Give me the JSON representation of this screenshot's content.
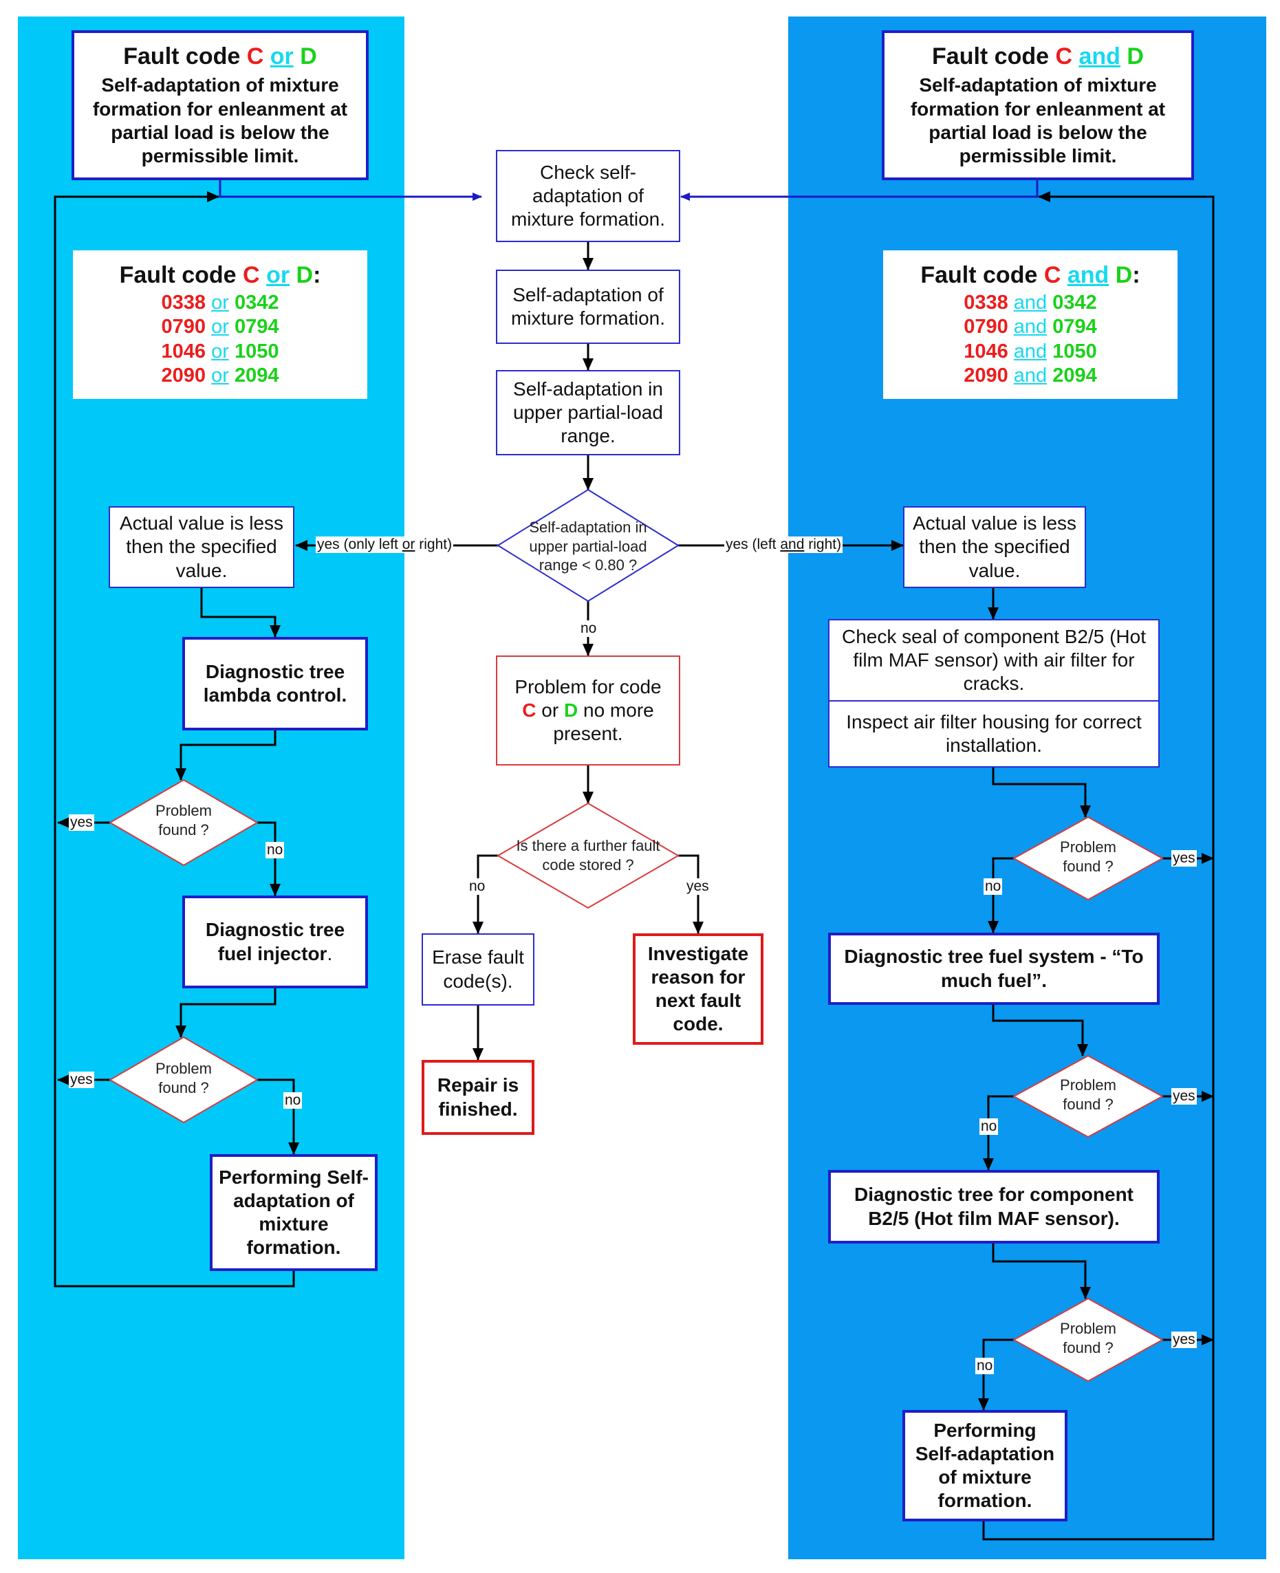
{
  "colors": {
    "left_panel": "#00c8f8",
    "right_panel": "#0a98f0",
    "fault_c": "#ee1c1c",
    "fault_d": "#19d219",
    "conjunction": "#16d9f0",
    "blue_border": "#1e1ec8",
    "red_border": "#e01a1a"
  },
  "left": {
    "header": {
      "title_prefix": "Fault code ",
      "c": "C",
      "conj": "or",
      "d": "D",
      "desc": "Self-adaptation of mixture formation for enleanment at partial load is below the permissible limit."
    },
    "codes": {
      "title_prefix": "Fault code ",
      "c": "C",
      "conj": "or",
      "d": "D",
      "colon": ":",
      "rows": [
        {
          "c": "0338",
          "conj": "or",
          "d": "0342"
        },
        {
          "c": "0790",
          "conj": "or",
          "d": "0794"
        },
        {
          "c": "1046",
          "conj": "or",
          "d": "1050"
        },
        {
          "c": "2090",
          "conj": "or",
          "d": "2094"
        }
      ]
    },
    "actual_value": "Actual value is less then the specified value.",
    "diag_lambda": "Diagnostic tree lambda control.",
    "diag_injector_1": "Diagnostic tree fuel injector",
    "diag_injector_2": ".",
    "decision1": "Problem found ?",
    "decision2": "Problem found ?",
    "performing": "Performing Self-adaptation of mixture formation."
  },
  "center": {
    "check": "Check self-adaptation of mixture formation.",
    "self_adapt": "Self-adaptation of mixture formation.",
    "upper": "Self-adaptation in upper partial-load range.",
    "decision": "Self-adaptation in upper partial-load range < 0.80 ?",
    "problem_prefix": "Problem for code",
    "problem_c": "C",
    "problem_or": " or ",
    "problem_d": "D",
    "problem_suffix": " no more present.",
    "further": "Is there a further fault code stored ?",
    "erase": "Erase fault code(s).",
    "repair": "Repair is finished.",
    "investigate": "Investigate reason for next fault code."
  },
  "right": {
    "header": {
      "title_prefix": "Fault code ",
      "c": "C",
      "conj": "and",
      "d": "D",
      "desc": "Self-adaptation of mixture formation for enleanment at partial load is below the permissible limit."
    },
    "codes": {
      "title_prefix": "Fault code ",
      "c": "C",
      "conj": "and",
      "d": "D",
      "colon": ":",
      "rows": [
        {
          "c": "0338",
          "conj": "and",
          "d": "0342"
        },
        {
          "c": "0790",
          "conj": "and",
          "d": "0794"
        },
        {
          "c": "1046",
          "conj": "and",
          "d": "1050"
        },
        {
          "c": "2090",
          "conj": "and",
          "d": "2094"
        }
      ]
    },
    "actual_value": "Actual value is less then the specified value.",
    "check_seal": "Check seal of component B2/5 (Hot film MAF sensor) with air filter for cracks.",
    "inspect": "Inspect air filter housing for correct installation.",
    "decision1": "Problem found ?",
    "diag_fuel": "Diagnostic tree fuel system - “To much fuel”.",
    "decision2": "Problem found ?",
    "diag_component": "Diagnostic tree for component B2/5 (Hot film MAF sensor).",
    "decision3": "Problem found ?",
    "performing": "Performing Self-adaptation of mixture formation."
  },
  "labels": {
    "yes": "yes",
    "no": "no",
    "yes_left_pre": "yes (only left ",
    "yes_left_conj": "or",
    "yes_left_post": " right)",
    "yes_right_pre": "yes (left ",
    "yes_right_conj": "and",
    "yes_right_post": " right)"
  }
}
